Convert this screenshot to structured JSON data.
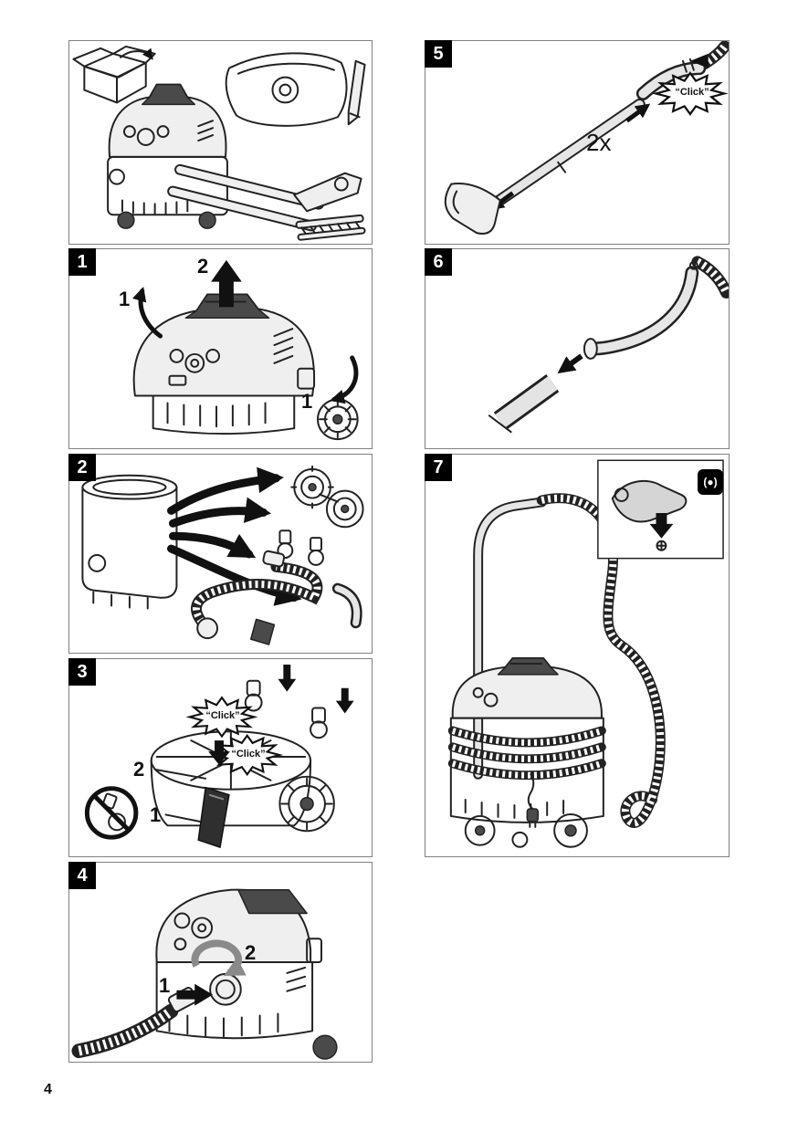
{
  "page": {
    "number": "4"
  },
  "colors": {
    "badge_bg": "#000000",
    "badge_text": "#ffffff",
    "line_art": "#222222",
    "panel_border": "#808080"
  },
  "icons": {
    "prohibition_icon": "crossed-circle",
    "click_burst_icon": "starburst-bubble",
    "rotate_lock_icon": "(●)"
  },
  "panels": {
    "step1": {
      "badge": "1",
      "arrow_top_label": "2",
      "arrow_left_label": "1",
      "arrow_right_label": "1"
    },
    "step2": {
      "badge": "2"
    },
    "step3": {
      "badge": "3",
      "click_top": "“Click”",
      "click_bottom": "“Click”",
      "callout_2": "2",
      "callout_1": "1"
    },
    "step4": {
      "badge": "4",
      "callout_1": "1",
      "callout_2": "2"
    },
    "step5": {
      "badge": "5",
      "click": "“Click”",
      "quantity": "2x"
    },
    "step6": {
      "badge": "6"
    },
    "step7": {
      "badge": "7",
      "inset_symbol": "(●)"
    }
  }
}
